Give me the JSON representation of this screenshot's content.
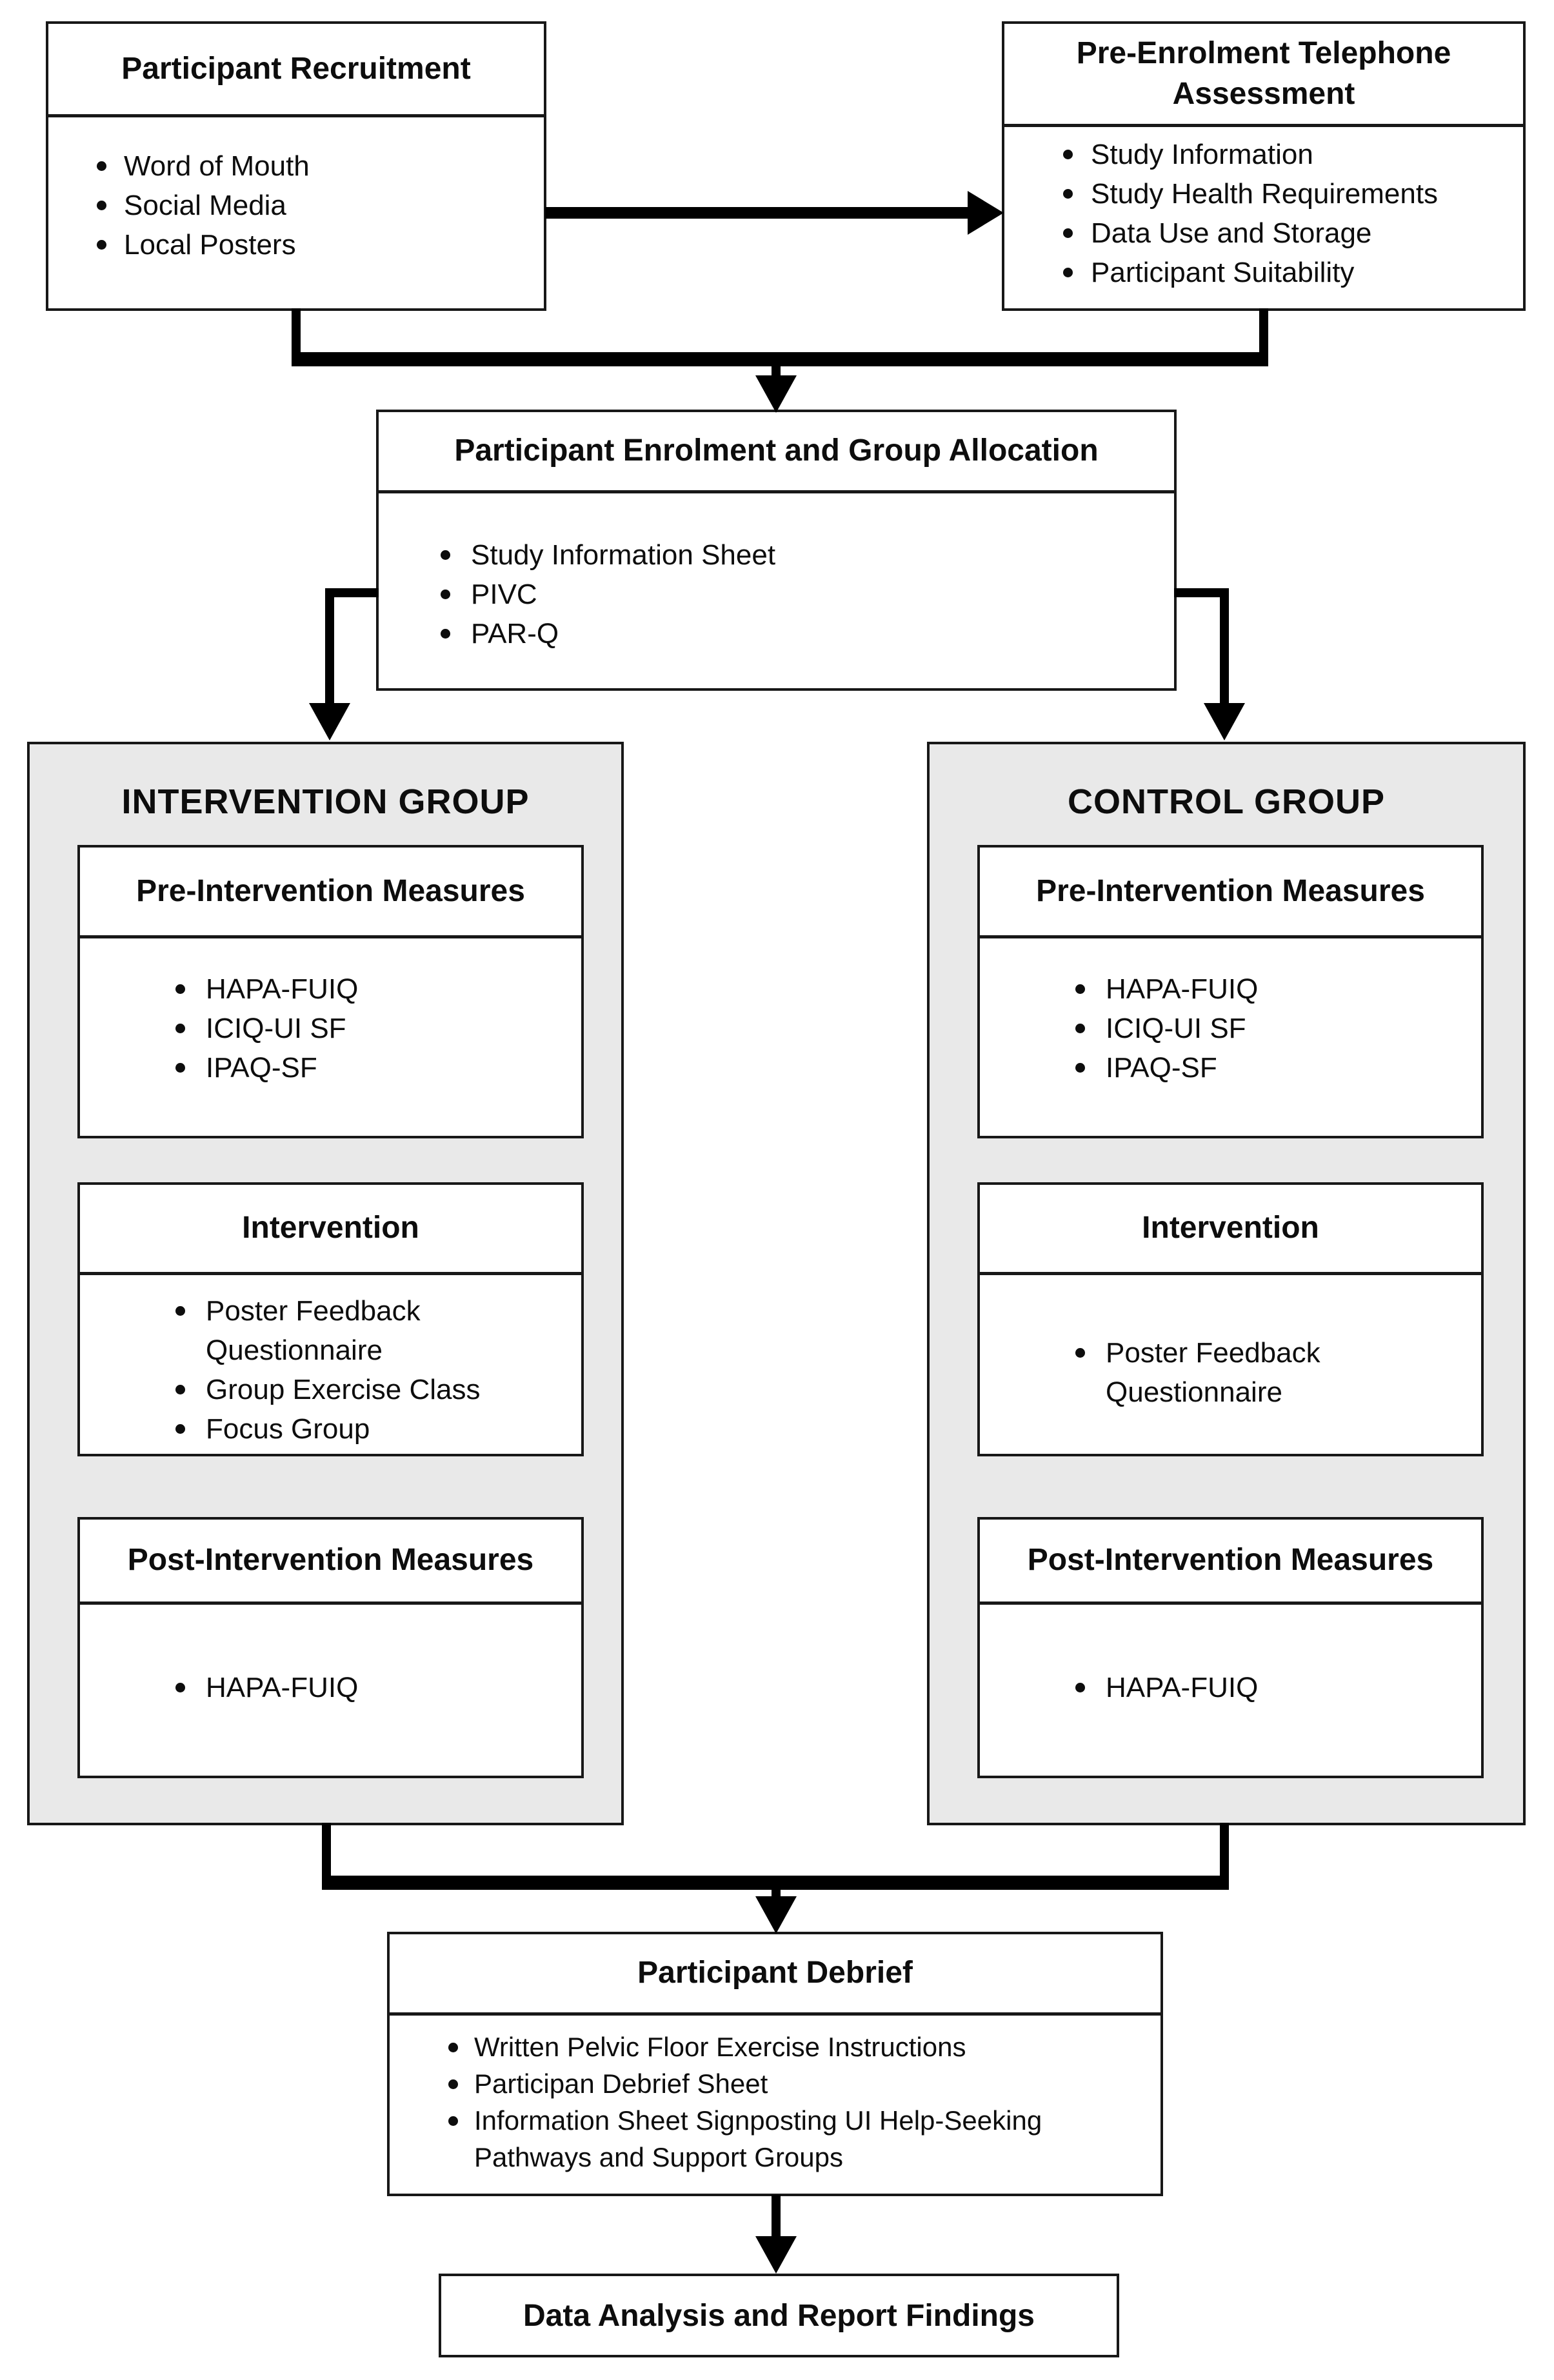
{
  "recruitment": {
    "title": "Participant Recruitment",
    "items": [
      "Word of Mouth",
      "Social Media",
      "Local Posters"
    ]
  },
  "pre_enrolment": {
    "title": "Pre-Enrolment Telephone Assessment",
    "items": [
      "Study Information",
      "Study Health Requirements",
      "Data Use and Storage",
      "Participant Suitability"
    ]
  },
  "enrolment": {
    "title": "Participant Enrolment and Group Allocation",
    "items": [
      "Study Information Sheet",
      "PIVC",
      "PAR-Q"
    ]
  },
  "intervention_group": {
    "title": "INTERVENTION GROUP",
    "sections": [
      {
        "title": "Pre-Intervention Measures",
        "items": [
          "HAPA-FUIQ",
          "ICIQ-UI SF",
          "IPAQ-SF"
        ]
      },
      {
        "title": "Intervention",
        "items": [
          "Poster Feedback Questionnaire",
          "Group Exercise Class",
          "Focus Group"
        ]
      },
      {
        "title": "Post-Intervention Measures",
        "items": [
          "HAPA-FUIQ"
        ]
      }
    ]
  },
  "control_group": {
    "title": "CONTROL GROUP",
    "sections": [
      {
        "title": "Pre-Intervention Measures",
        "items": [
          "HAPA-FUIQ",
          "ICIQ-UI SF",
          "IPAQ-SF"
        ]
      },
      {
        "title": "Intervention",
        "items": [
          "Poster Feedback Questionnaire"
        ]
      },
      {
        "title": "Post-Intervention Measures",
        "items": [
          "HAPA-FUIQ"
        ]
      }
    ]
  },
  "debrief": {
    "title": "Participant Debrief",
    "items": [
      "Written Pelvic Floor Exercise Instructions",
      "Participan Debrief Sheet",
      "Information Sheet Signposting UI Help-Seeking Pathways and Support Groups"
    ]
  },
  "final": {
    "title": "Data Analysis and Report Findings"
  },
  "colors": {
    "panel_background": "#e9e9e9",
    "box_background": "#ffffff",
    "border": "#181818",
    "connector": "#000000"
  }
}
